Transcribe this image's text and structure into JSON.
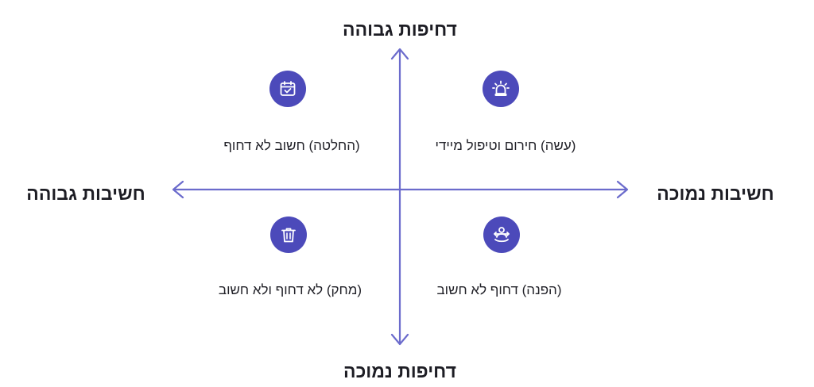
{
  "axes": {
    "top": "דחיפות גבוהה",
    "bottom": "דחיפות נמוכה",
    "left": "חשיבות גבוהה",
    "right": "חשיבות נמוכה"
  },
  "quadrants": {
    "top_left": {
      "label": "(החלטה) חשוב לא דחוף",
      "icon": "calendar-check-icon"
    },
    "top_right": {
      "label": "(עשה) חירום וטיפול מיידי",
      "icon": "alarm-siren-icon"
    },
    "bottom_left": {
      "label": "(מחק) לא דחוף ולא חשוב",
      "icon": "trash-icon"
    },
    "bottom_right": {
      "label": "(הפנה) דחוף לא חשוב",
      "icon": "delegate-person-icon"
    }
  },
  "colors": {
    "axis": "#6b6bcc",
    "icon_bg": "#4c4aba",
    "text": "#1d1d24"
  }
}
